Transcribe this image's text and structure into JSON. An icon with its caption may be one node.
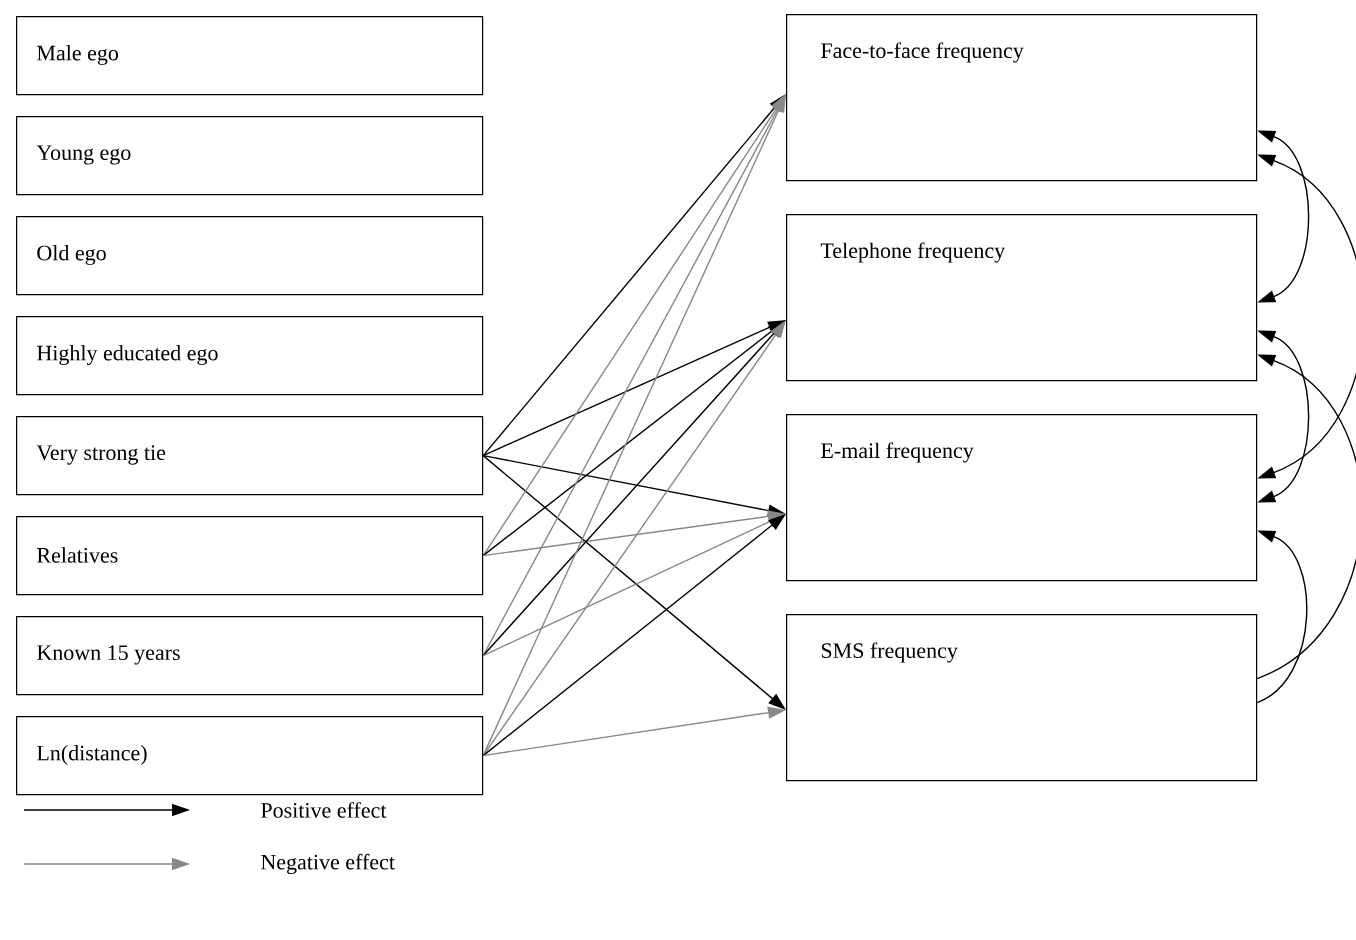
{
  "diagram": {
    "nodes": [
      {
        "text": [
          "Male ego"
        ]
      },
      {
        "text": [
          "Young ego"
        ]
      },
      {
        "text": [
          "Old ego"
        ]
      },
      {
        "text": [
          "Highly educated ego"
        ]
      },
      {
        "text": [
          "Very strong tie"
        ]
      },
      {
        "text": [
          "Relatives"
        ]
      },
      {
        "text": [
          "Known 15 years"
        ]
      },
      {
        "text": [
          "Ln(distance)"
        ]
      },
      {
        "text": [
          "Face-to-face frequency"
        ]
      },
      {
        "text": [
          "Telephone frequency"
        ]
      },
      {
        "text": [
          "E-mail frequency"
        ]
      },
      {
        "text": [
          "SMS frequency"
        ]
      }
    ],
    "edges": [
      {
        "from": 4,
        "to": 8,
        "arrow": "to"
      },
      {
        "from": 4,
        "to": 9,
        "arrow": "to"
      },
      {
        "from": 4,
        "to": 10,
        "arrow": "to"
      },
      {
        "from": 4,
        "to": 11,
        "arrow": "to"
      },
      {
        "from": 5,
        "to": 8,
        "arrow": "to",
        "color": "#888888"
      },
      {
        "from": 5,
        "to": 9,
        "arrow": "to"
      },
      {
        "from": 5,
        "to": 10,
        "arrow": "to",
        "color": "#888888"
      },
      {
        "from": 6,
        "to": 8,
        "arrow": "to",
        "color": "#888888"
      },
      {
        "from": 6,
        "to": 9,
        "arrow": "to"
      },
      {
        "from": 6,
        "to": 10,
        "arrow": "to",
        "color": "#888888"
      },
      {
        "from": 7,
        "to": 8,
        "arrow": "to",
        "color": "#888888"
      },
      {
        "from": 7,
        "to": 9,
        "arrow": "to",
        "color": "#888888"
      },
      {
        "from": 7,
        "to": 10,
        "arrow": "to"
      },
      {
        "from": 7,
        "to": 11,
        "arrow": "to",
        "color": "#888888"
      },
      {
        "from": 8,
        "to": 9,
        "arrow": "both"
      },
      {
        "from": 8,
        "to": 10,
        "arrow": "both"
      },
      {
        "from": 9,
        "to": 10,
        "arrow": "both"
      },
      {
        "from": 11,
        "to": 9,
        "arrow": "to"
      },
      {
        "from": 11,
        "to": 10,
        "arrow": "to"
      }
    ],
    "legend": [
      {
        "text": "Positive effect"
      },
      {
        "text": "Negative effect"
      }
    ]
  }
}
